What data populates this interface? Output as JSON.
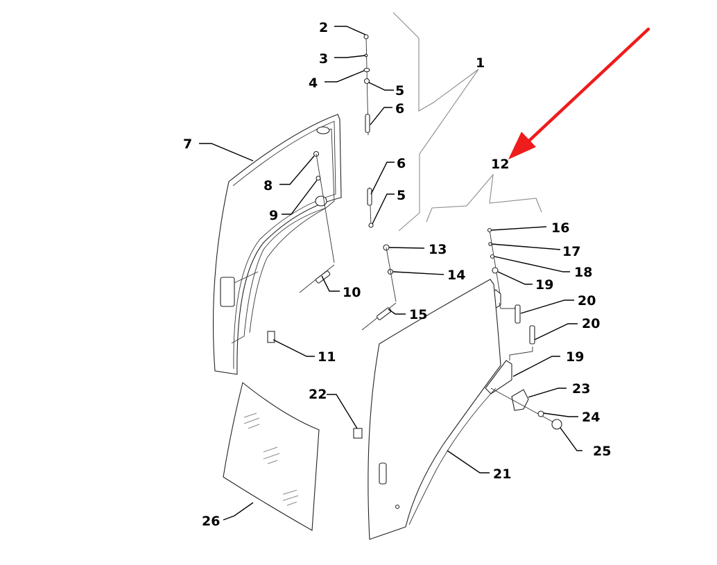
{
  "diagram": {
    "type": "exploded-parts-diagram",
    "subject": "cab door assembly",
    "highlight": {
      "color": "#ee1c1c",
      "target_label": "12",
      "description": "red arrow pointing at callout 12"
    },
    "callouts": [
      {
        "id": "c1",
        "text": "1"
      },
      {
        "id": "c2",
        "text": "2"
      },
      {
        "id": "c3",
        "text": "3"
      },
      {
        "id": "c4",
        "text": "4"
      },
      {
        "id": "c5a",
        "text": "5"
      },
      {
        "id": "c6a",
        "text": "6"
      },
      {
        "id": "c6b",
        "text": "6"
      },
      {
        "id": "c5b",
        "text": "5"
      },
      {
        "id": "c7",
        "text": "7"
      },
      {
        "id": "c8",
        "text": "8"
      },
      {
        "id": "c9",
        "text": "9"
      },
      {
        "id": "c10",
        "text": "10"
      },
      {
        "id": "c11",
        "text": "11"
      },
      {
        "id": "c12",
        "text": "12"
      },
      {
        "id": "c13",
        "text": "13"
      },
      {
        "id": "c14",
        "text": "14"
      },
      {
        "id": "c15",
        "text": "15"
      },
      {
        "id": "c16",
        "text": "16"
      },
      {
        "id": "c17",
        "text": "17"
      },
      {
        "id": "c18",
        "text": "18"
      },
      {
        "id": "c19a",
        "text": "19"
      },
      {
        "id": "c20a",
        "text": "20"
      },
      {
        "id": "c20b",
        "text": "20"
      },
      {
        "id": "c19b",
        "text": "19"
      },
      {
        "id": "c21",
        "text": "21"
      },
      {
        "id": "c22",
        "text": "22"
      },
      {
        "id": "c23",
        "text": "23"
      },
      {
        "id": "c24",
        "text": "24"
      },
      {
        "id": "c25",
        "text": "25"
      },
      {
        "id": "c26",
        "text": "26"
      }
    ]
  }
}
